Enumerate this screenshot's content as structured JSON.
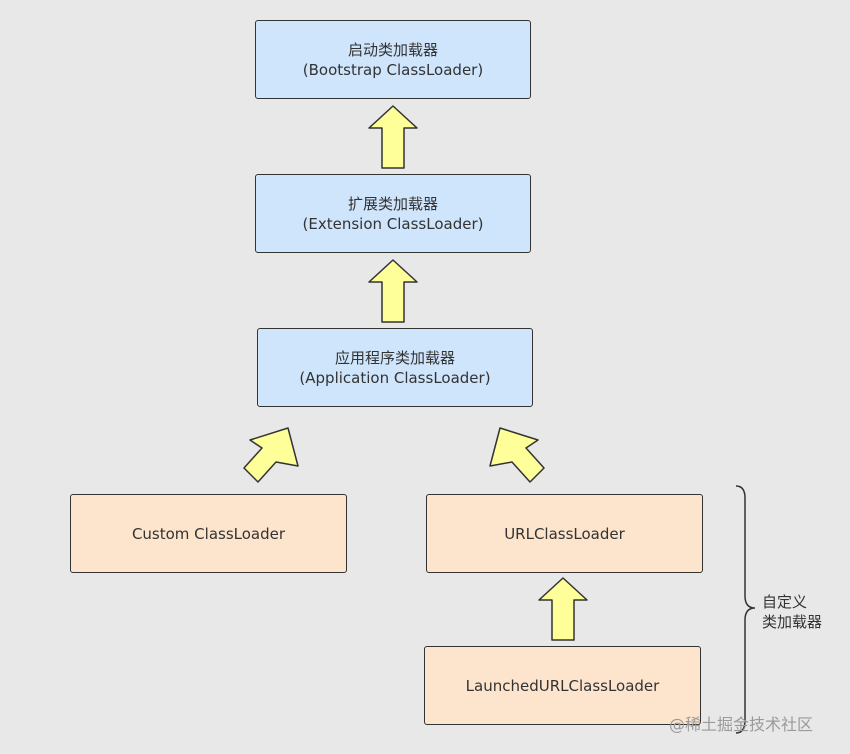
{
  "boxes": {
    "bootstrap": {
      "line1": "启动类加载器",
      "line2": "(Bootstrap ClassLoader)"
    },
    "extension": {
      "line1": "扩展类加载器",
      "line2": "(Extension ClassLoader)"
    },
    "application": {
      "line1": "应用程序类加载器",
      "line2": "(Application ClassLoader)"
    },
    "custom": {
      "label": "Custom ClassLoader"
    },
    "url": {
      "label": "URLClassLoader"
    },
    "launched": {
      "label": "LaunchedURLClassLoader"
    }
  },
  "bracket_label": {
    "line1": "自定义",
    "line2": "类加载器"
  },
  "watermark": "@稀土掘金技术社区",
  "colors": {
    "jdk_box_fill": "#cfe5fc",
    "custom_box_fill": "#fde4cc",
    "arrow_fill": "#ffff99",
    "stroke": "#333333"
  }
}
